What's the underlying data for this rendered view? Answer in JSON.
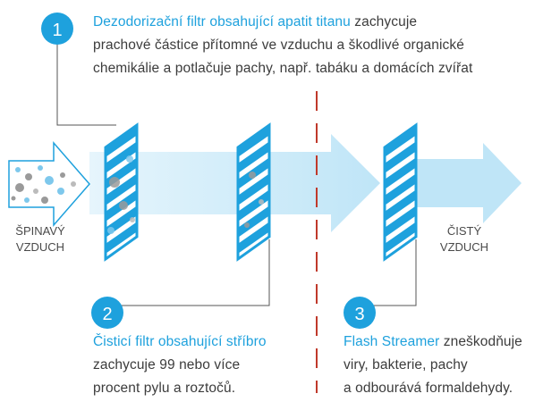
{
  "step1": {
    "number": "1",
    "highlight": "Dezodorizační filtr obsahující apatit titanu",
    "rest_line1": " zachycuje",
    "line2": "prachové částice přítomné ve vzduchu a škodlivé organické",
    "line3": "chemikálie a potlačuje pachy, např. tabáku a domácích zvířat"
  },
  "step2": {
    "number": "2",
    "highlight": "Čisticí filtr obsahující stříbro",
    "line2": "zachycuje 99 nebo více",
    "line3": "procent pylu a roztočů."
  },
  "step3": {
    "number": "3",
    "highlight": "Flash Streamer",
    "rest_line1": " zneškodňuje",
    "line2": "viry, bakterie, pachy",
    "line3": "a odbourává formaldehydy."
  },
  "labels": {
    "dirty_air_line1": "ŠPINAVÝ",
    "dirty_air_line2": "VZDUCH",
    "clean_air_line1": "ČISTÝ",
    "clean_air_line2": "VZDUCH"
  },
  "colors": {
    "accent_blue": "#1ea1dd",
    "light_blue": "#c9e9f8",
    "red_dash": "#c0392b",
    "text": "#3c3c3c",
    "connector": "#555555"
  }
}
